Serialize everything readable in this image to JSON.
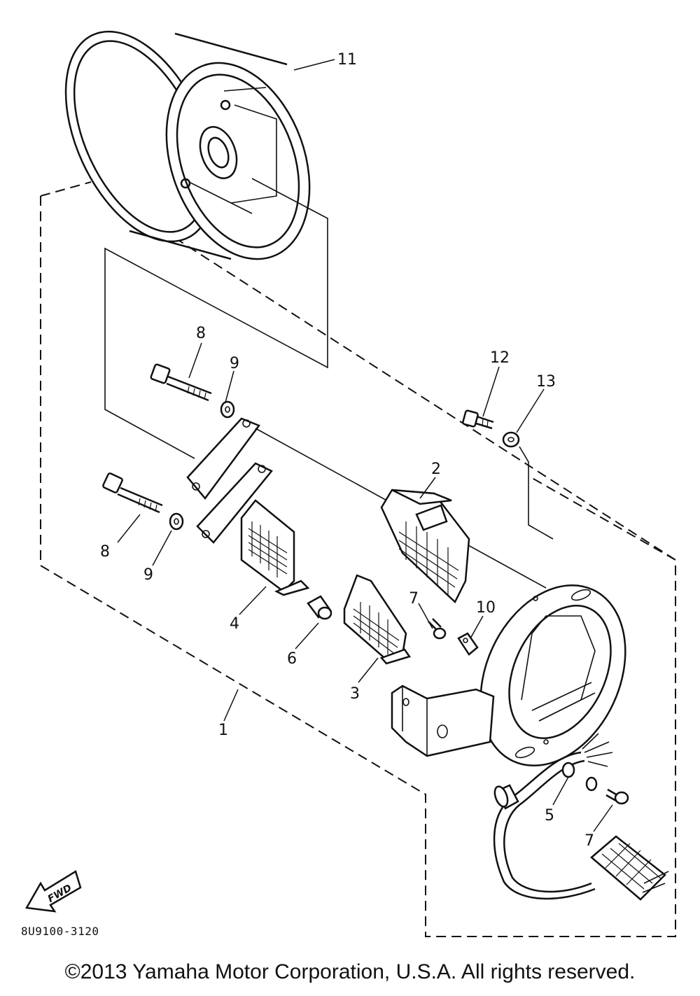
{
  "diagram": {
    "callouts": {
      "c1": "1",
      "c2": "2",
      "c3": "3",
      "c4": "4",
      "c5": "5",
      "c6": "6",
      "c7a": "7",
      "c7b": "7",
      "c8a": "8",
      "c8b": "8",
      "c9a": "9",
      "c9b": "9",
      "c10": "10",
      "c11": "11",
      "c12": "12",
      "c13": "13"
    },
    "direction_arrow": "FWD",
    "part_number": "8U9100-3120"
  },
  "footer": {
    "copyright": "©2013 Yamaha Motor Corporation, U.S.A. All rights reserved."
  }
}
